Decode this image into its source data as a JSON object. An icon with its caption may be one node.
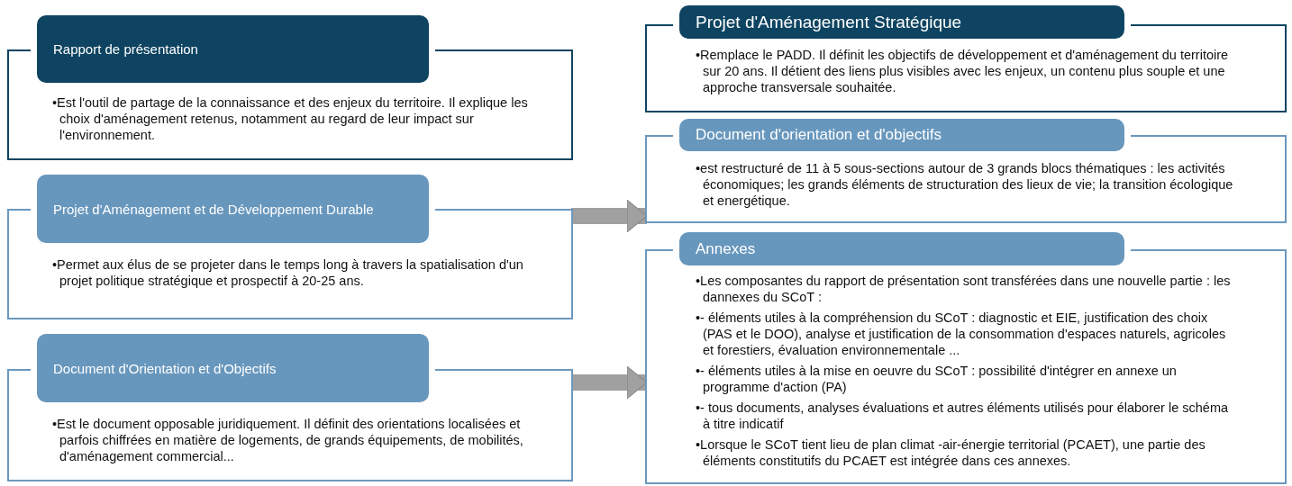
{
  "diagram": {
    "nodes": [
      {
        "text": [
          "Rapport de présentation",
          "•Est l'outil de partage de la connaissance et des enjeux du territoire. Il explique les choix d'aménagement retenus, notamment au regard de leur impact sur l'environnement."
        ]
      },
      {
        "text": [
          "Projet d'Aménagement et de Développement Durable",
          "•Permet aux élus de se projeter dans le temps long à travers la spatialisation d'un projet politique stratégique et prospectif à 20-25 ans."
        ]
      },
      {
        "text": [
          "Document d'Orientation et d'Objectifs",
          "•Est le document opposable juridiquement. Il définit des orientations localisées et parfois chiffrées en matière de logements, de grands équipements, de mobilités, d'aménagement commercial..."
        ]
      },
      {
        "text": [
          "Projet d'Aménagement Stratégique",
          "•Remplace le PADD. Il définit les objectifs de développement et d'aménagement du territoire sur 20 ans. Il détient des liens plus visibles avec les enjeux, un contenu plus souple et une approche transversale souhaitée."
        ]
      },
      {
        "text": [
          "Document d'orientation et d'objectifs",
          "•est restructuré de 11 à 5 sous-sections autour de 3 grands blocs thématiques : les activités économiques; les grands éléments de structuration des lieux de vie; la transition écologique et energétique."
        ]
      },
      {
        "text": [
          "Annexes",
          "•Les composantes du rapport de présentation sont transférées dans une nouvelle partie : les dannexes du SCoT :",
          "•- éléments utiles à la compréhension du SCoT : diagnostic et EIE, justification des choix (PAS et le DOO), analyse et justification de la consommation d'espaces naturels, agricoles et forestiers, évaluation environnementale ...",
          "•- éléments utiles à la mise en oeuvre du SCoT : possibilité d'intégrer en annexe un programme d'action (PA)",
          "•- tous documents, analyses évaluations et autres éléments utilisés pour élaborer le schéma à titre indicatif",
          "•Lorsque le SCoT tient lieu de plan climat -air-énergie territorial (PCAET), une partie des éléments constitutifs du PCAET est intégrée dans ces annexes."
        ]
      }
    ],
    "edges": [
      {
        "from": 1,
        "to": 4,
        "arrow": "to"
      },
      {
        "from": 2,
        "to": 5,
        "arrow": "to"
      }
    ]
  }
}
